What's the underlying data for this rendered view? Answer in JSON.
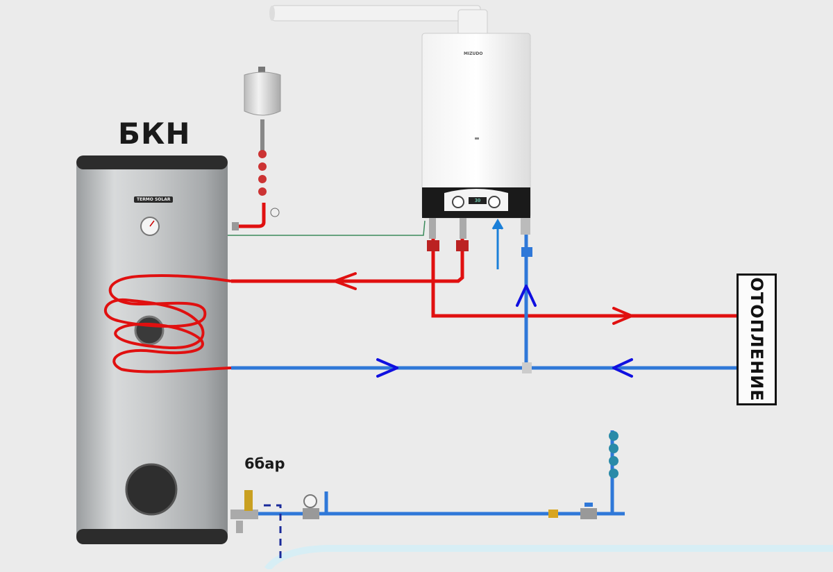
{
  "labels": {
    "tank": "БКН",
    "pressure": "6бар",
    "heating": "ОТОПЛЕНИЕ",
    "tank_brand": "TERMO SOLAR",
    "boiler_brand": "MIZUDO",
    "boiler_display": "30"
  },
  "colors": {
    "supply": "#e01010",
    "return": "#2f78d8",
    "arrow_blue": "#1010e0",
    "flow_arrow": "#1a7fd8",
    "coil": "#e01010",
    "background": "#ebebeb"
  }
}
